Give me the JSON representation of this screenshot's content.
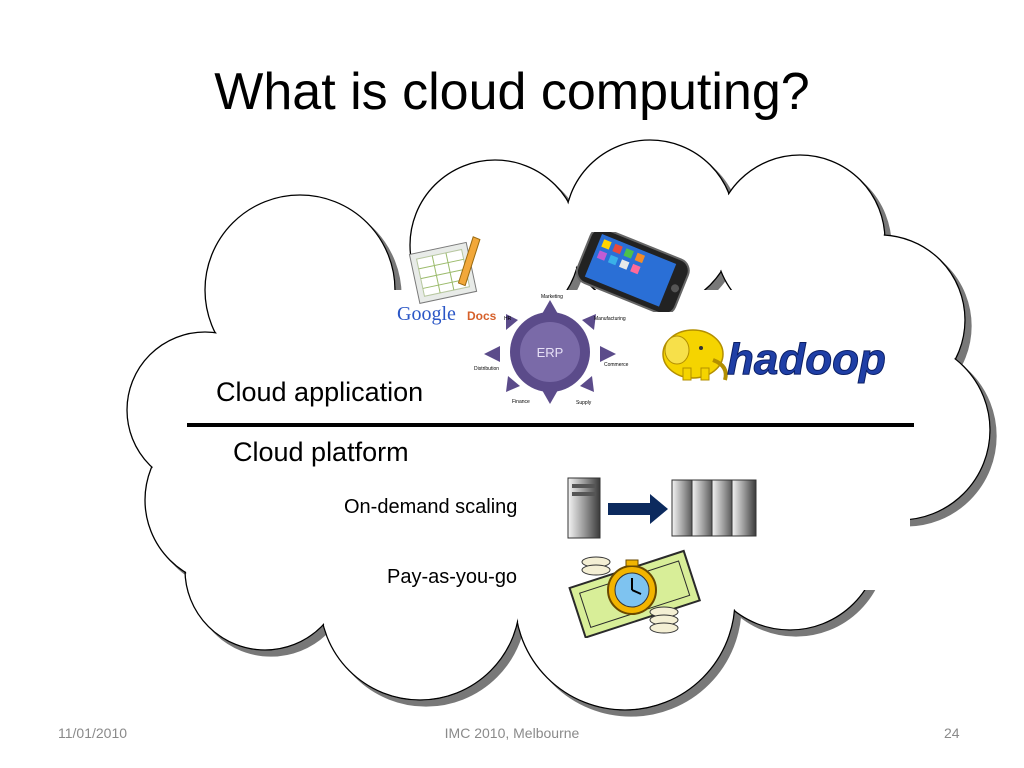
{
  "title": "What is cloud computing?",
  "layers": {
    "application": "Cloud application",
    "platform": "Cloud platform"
  },
  "features": {
    "scaling": "On-demand scaling",
    "billing": "Pay-as-you-go"
  },
  "logos": {
    "google_docs": "Google Docs",
    "hadoop": "hadoop",
    "erp_center": "ERP",
    "erp_segments": [
      "Marketing",
      "Manufacturing",
      "Commerce",
      "Supply",
      "Finance",
      "Distribution",
      "HR"
    ]
  },
  "footer": {
    "date": "11/01/2010",
    "conference": "IMC 2010, Melbourne",
    "page": "24"
  },
  "colors": {
    "hadoop_yellow": "#f5d400",
    "hadoop_blue": "#1f3fa6",
    "erp_purple": "#5b4b8a",
    "arrow_navy": "#0c2a5e"
  }
}
